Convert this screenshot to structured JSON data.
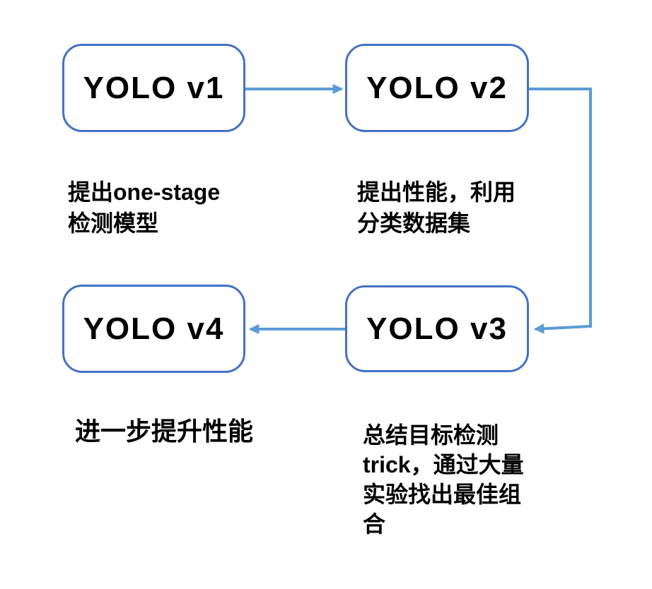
{
  "diagram": {
    "colors": {
      "background": "#ffffff",
      "node_fill": "#ffffff",
      "node_border": "#4472c4",
      "arrow": "#5b9bd5",
      "text": "#000000"
    },
    "nodes": [
      {
        "id": "yolo-v1",
        "label": "YOLO v1"
      },
      {
        "id": "yolo-v2",
        "label": "YOLO v2"
      },
      {
        "id": "yolo-v4",
        "label": "YOLO v4"
      },
      {
        "id": "yolo-v3",
        "label": "YOLO v3"
      }
    ],
    "edges": [
      {
        "from": "yolo-v1",
        "to": "yolo-v2",
        "style": "straight-arrow-right"
      },
      {
        "from": "yolo-v2",
        "to": "yolo-v3",
        "style": "elbow-arrow-right-down-left"
      },
      {
        "from": "yolo-v3",
        "to": "yolo-v4",
        "style": "straight-arrow-left"
      }
    ],
    "annotations": [
      {
        "for": "yolo-v1",
        "text": "提出one-stage\n检测模型"
      },
      {
        "for": "yolo-v2",
        "text": "提出性能，利用\n分类数据集"
      },
      {
        "for": "yolo-v4",
        "text": "进一步提升性能"
      },
      {
        "for": "yolo-v3",
        "text": "总结目标检测\ntrick，通过大量\n实验找出最佳组\n合"
      }
    ]
  }
}
